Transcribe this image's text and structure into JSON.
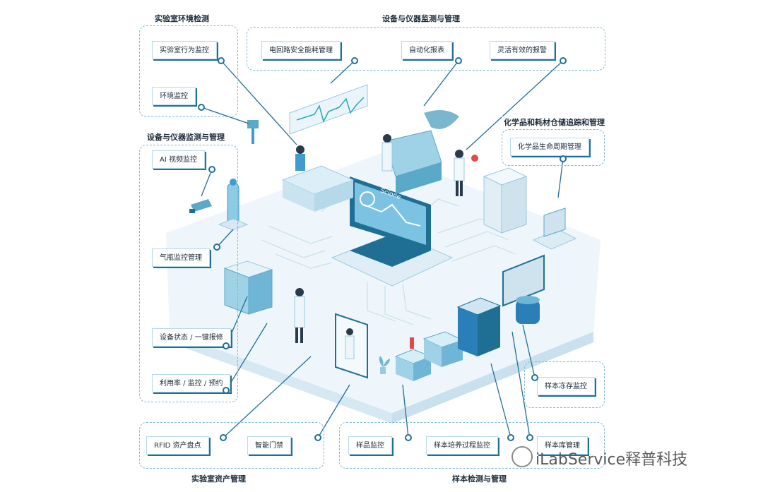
{
  "groups": {
    "lab_env": "实验室环境检测",
    "equip_top": "设备与仪器监测与管理",
    "equip_left": "设备与仪器监测与管理",
    "chem": "化学品和耗材仓储追踪和管理",
    "assets": "实验室资产管理",
    "samples": "样本检测与管理"
  },
  "labels": {
    "lab_behavior": "实验室行为监控",
    "env_monitor": "环境监控",
    "circuit": "电回路安全能耗管理",
    "auto_report": "自动化报表",
    "alarm": "灵活有效的报警",
    "chem_life": "化学品生命周期管理",
    "ai_video": "AI 视频监控",
    "gas": "气瓶监控管理",
    "equip_status": "设备状态 / 一键报修",
    "utilization": "利用率 / 监控 / 预约",
    "rfid": "RFID 资产盘点",
    "smart_door": "智能门禁",
    "sample_monitor": "样品监控",
    "culture": "样本培养过程监控",
    "storage": "样本库管理",
    "freeze": "样本冻存监控"
  },
  "screen": {
    "brand": "Scione"
  },
  "watermark": "iLabService释普科技",
  "colors": {
    "accent": "#1f6f95",
    "light": "#bfe3f2",
    "platform": "#eaf4fa"
  }
}
